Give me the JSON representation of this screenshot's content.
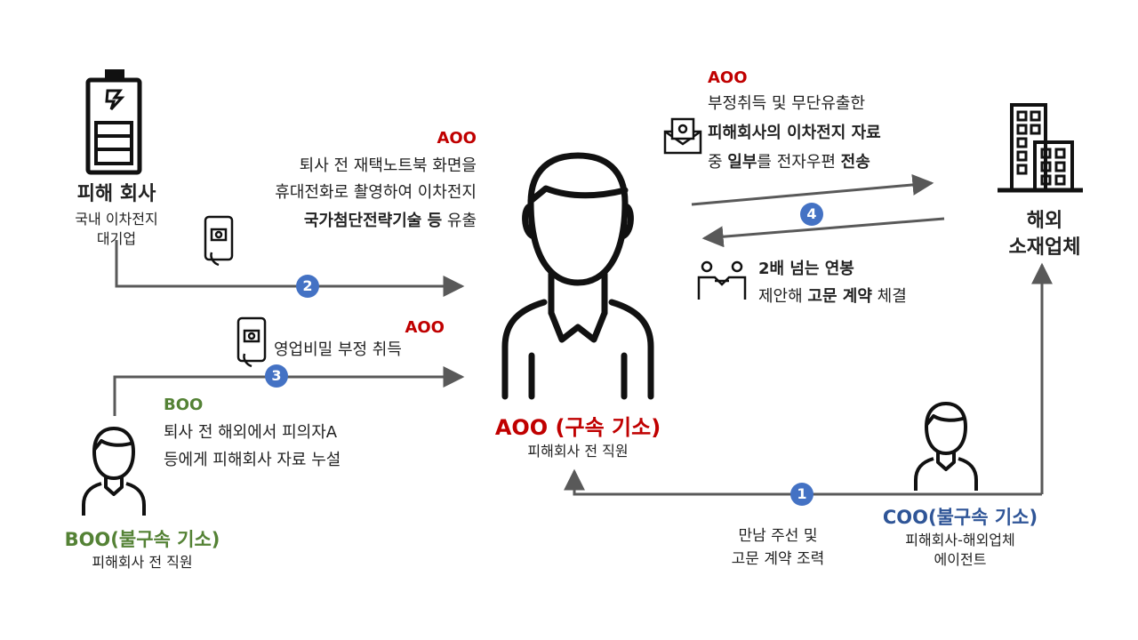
{
  "colors": {
    "aoo": "#c00000",
    "boo": "#548235",
    "coo": "#2f5597",
    "badge": "#4472c4",
    "line": "#595959"
  },
  "icons": [
    "battery-icon",
    "person-icon",
    "building-icon",
    "phone-camera-icon",
    "email-icon",
    "handshake-icon"
  ],
  "victim": {
    "title": "피해 회사",
    "line1": "국내 이차전지",
    "line2": "대기업"
  },
  "overseas": {
    "line1": "해외",
    "line2": "소재업체"
  },
  "aoo": {
    "label": "AOO (구속 기소)",
    "sub": "피해회사 전 직원"
  },
  "boo": {
    "label": "BOO(불구속 기소)",
    "sub": "피해회사 전 직원"
  },
  "coo": {
    "label": "COO(불구속 기소)",
    "sub1": "피해회사-해외업체",
    "sub2": "에이전트"
  },
  "step1": {
    "num": "1",
    "line1": "만남 주선 및",
    "line2": "고문 계약 조력"
  },
  "step2": {
    "num": "2",
    "actor": "AOO",
    "line1": "퇴사 전 재택노트북 화면을",
    "line2": "휴대전화로 촬영하여 이차전지",
    "line3_bold": "국가첨단전략기술 등",
    "line3_rest": " 유출"
  },
  "step3": {
    "num": "3",
    "actor": "AOO",
    "line1": "영업비밀 부정 취득"
  },
  "boo_action": {
    "actor": "BOO",
    "line1": "퇴사 전 해외에서 피의자A",
    "line2": "등에게 피해회사 자료 누설"
  },
  "step4": {
    "num": "4",
    "actor": "AOO",
    "line1": "부정취득 및 무단유출한",
    "line2": "피해회사의 이차전지 자료",
    "line3_a": "중 ",
    "line3_b": "일부",
    "line3_c": "를 전자우편 ",
    "line3_d": "전송",
    "deal_line1": "2배 넘는 연봉",
    "deal_line2_a": "제안해 ",
    "deal_line2_b": "고문 계약",
    "deal_line2_c": " 체결"
  }
}
